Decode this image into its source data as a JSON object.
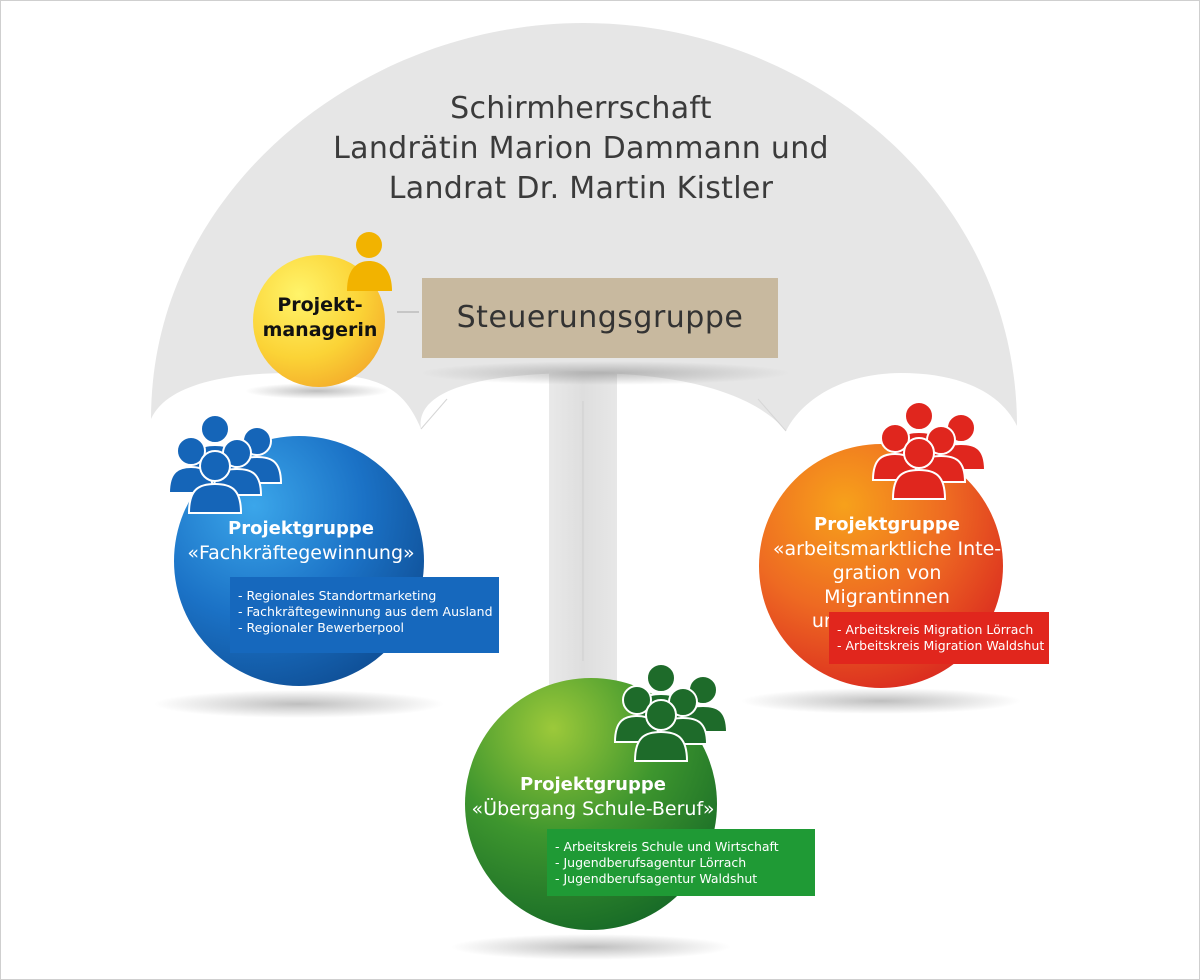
{
  "patronage": {
    "lines": [
      "Schirmherrschaft",
      "Landrätin Marion Dammann und",
      "Landrat Dr. Martin Kistler"
    ]
  },
  "steering_group": {
    "label": "Steuerungsgruppe"
  },
  "project_manager": {
    "lines": [
      "Projekt-",
      "managerin"
    ],
    "icon": "person-icon"
  },
  "groups": [
    {
      "id": "fachkraefte",
      "color": "#1e74c4",
      "icon": "people-group-icon",
      "heading": "Projektgruppe",
      "name_lines": [
        "«Fachkräftegewinnung»"
      ],
      "items": [
        "- Regionales Standortmarketing",
        "- Fachkräftegewinnung aus dem Ausland",
        "- Regionaler Bewerberpool"
      ]
    },
    {
      "id": "migration",
      "color": "#e94e1b",
      "icon": "people-group-icon",
      "heading": "Projektgruppe",
      "name_lines": [
        "«arbeitsmarktliche Inte-",
        "gration von Migrantinnen",
        "und Migranten»"
      ],
      "items": [
        "- Arbeitskreis Migration Lörrach",
        "- Arbeitskreis Migration Waldshut"
      ]
    },
    {
      "id": "uebergang",
      "color": "#2e8b30",
      "icon": "people-group-icon",
      "heading": "Projektgruppe",
      "name_lines": [
        "«Übergang Schule-Beruf»"
      ],
      "items": [
        "- Arbeitskreis Schule und Wirtschaft",
        "- Jugendberufsagentur Lörrach",
        "- Jugendberufsagentur Waldshut"
      ]
    }
  ]
}
